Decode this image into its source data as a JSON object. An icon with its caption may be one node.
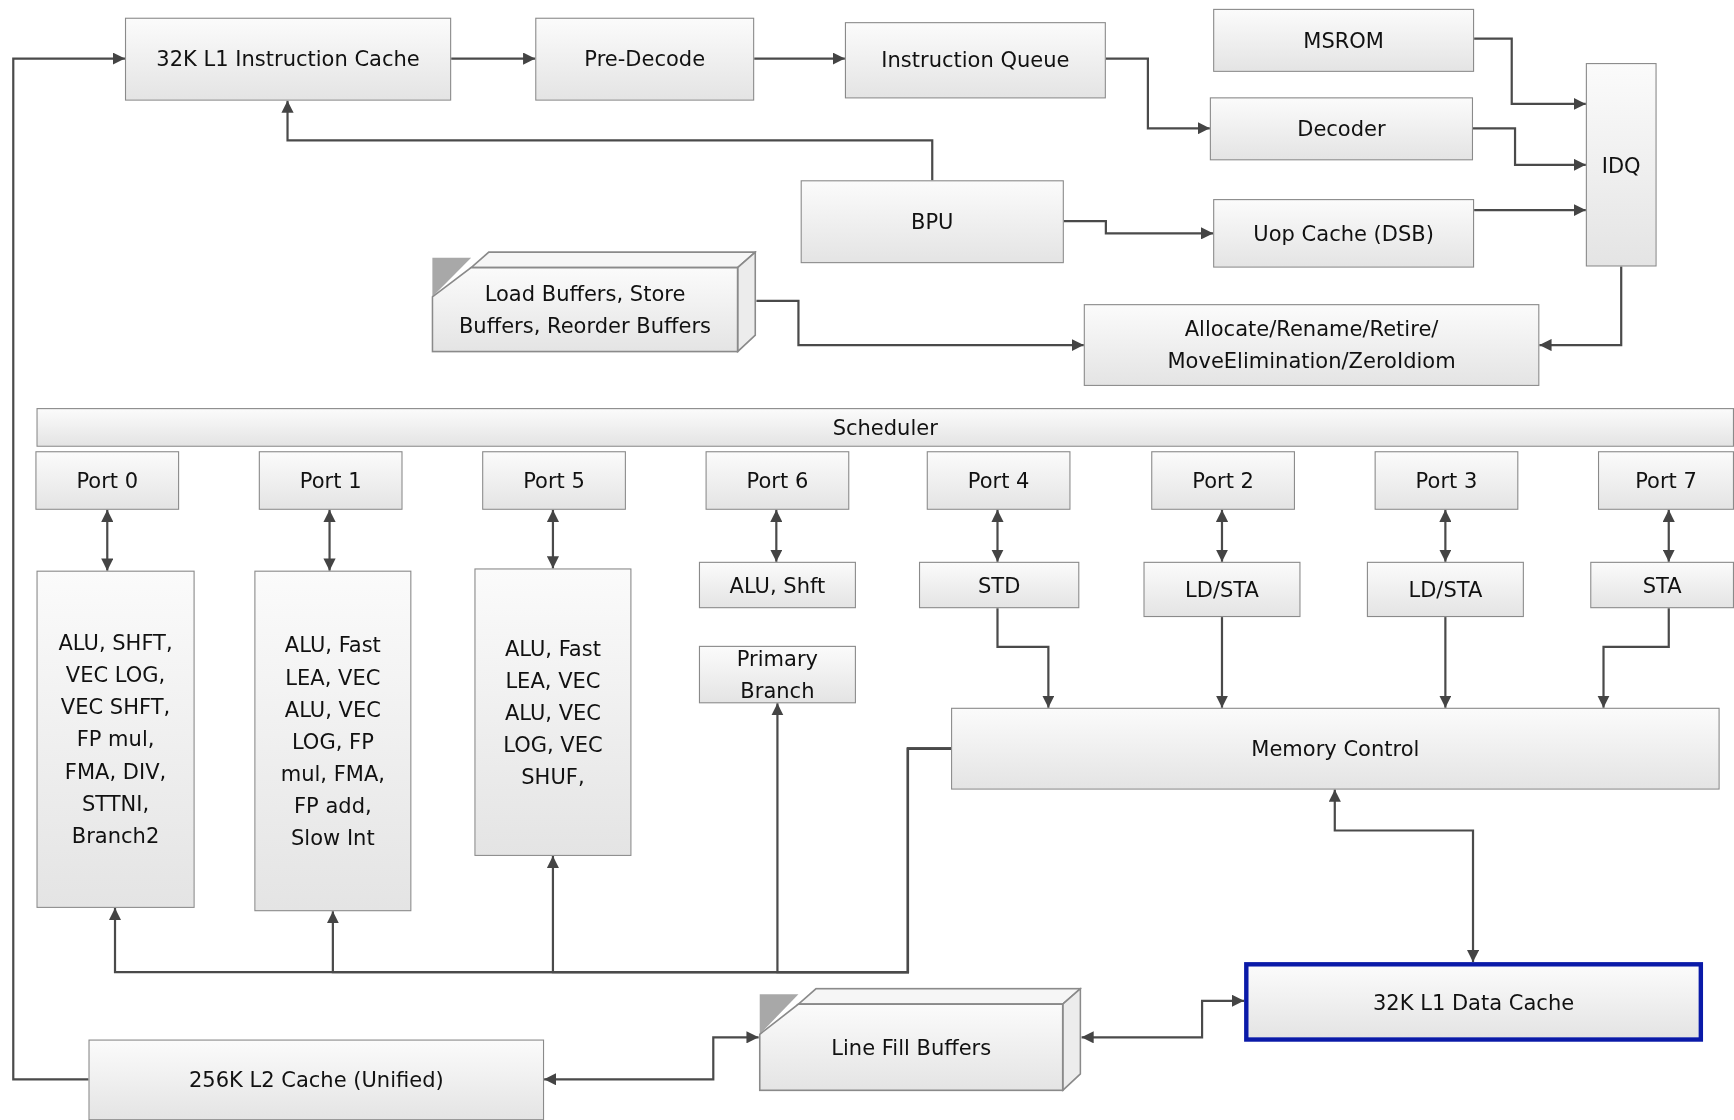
{
  "diagram": {
    "nodes": [
      {
        "text": [
          "32K L1 Instruction Cache"
        ]
      },
      {
        "text": [
          "Pre-Decode"
        ]
      },
      {
        "text": [
          "Instruction Queue"
        ]
      },
      {
        "text": [
          "MSROM"
        ]
      },
      {
        "text": [
          "Decoder"
        ]
      },
      {
        "text": [
          "IDQ"
        ]
      },
      {
        "text": [
          "BPU"
        ]
      },
      {
        "text": [
          "Uop Cache (DSB)"
        ]
      },
      {
        "text": [
          "Load Buffers, Store Buffers, Reorder Buffers"
        ]
      },
      {
        "text": [
          "Allocate/Rename/Retire/ MoveElimination/ZeroIdiom"
        ]
      },
      {
        "text": [
          "Scheduler"
        ]
      },
      {
        "text": [
          "Port 0"
        ]
      },
      {
        "text": [
          "Port 1"
        ]
      },
      {
        "text": [
          "Port 5"
        ]
      },
      {
        "text": [
          "Port 6"
        ]
      },
      {
        "text": [
          "Port 4"
        ]
      },
      {
        "text": [
          "Port 2"
        ]
      },
      {
        "text": [
          "Port 3"
        ]
      },
      {
        "text": [
          "Port 7"
        ]
      },
      {
        "text": [
          "ALU, SHFT, VEC LOG, VEC SHFT, FP mul, FMA, DIV, STTNI, Branch2"
        ]
      },
      {
        "text": [
          "ALU, Fast LEA, VEC ALU, VEC LOG, FP mul, FMA, FP add, Slow Int"
        ]
      },
      {
        "text": [
          "ALU, Fast LEA, VEC ALU, VEC LOG, VEC SHUF,"
        ]
      },
      {
        "text": [
          "ALU, Shft"
        ]
      },
      {
        "text": [
          "Primary Branch"
        ]
      },
      {
        "text": [
          "STD"
        ]
      },
      {
        "text": [
          "LD/STA"
        ]
      },
      {
        "text": [
          "LD/STA"
        ]
      },
      {
        "text": [
          "STA"
        ]
      },
      {
        "text": [
          "Memory Control"
        ]
      },
      {
        "text": [
          "32K L1 Data Cache"
        ]
      },
      {
        "text": [
          "Line Fill Buffers"
        ]
      },
      {
        "text": [
          "256K L2 Cache (Unified)"
        ]
      }
    ],
    "edges": [
      {
        "from": 0,
        "to": 1,
        "arrow": "to"
      },
      {
        "from": 1,
        "to": 2,
        "arrow": "to"
      },
      {
        "from": 2,
        "to": 4,
        "arrow": "to"
      },
      {
        "from": 3,
        "to": 5,
        "arrow": "to"
      },
      {
        "from": 4,
        "to": 5,
        "arrow": "to"
      },
      {
        "from": 6,
        "to": 0,
        "arrow": "to"
      },
      {
        "from": 6,
        "to": 7,
        "arrow": "to"
      },
      {
        "from": 7,
        "to": 5,
        "arrow": "to"
      },
      {
        "from": 5,
        "to": 9,
        "arrow": "to"
      },
      {
        "from": 8,
        "to": 9,
        "arrow": "to"
      },
      {
        "from": 11,
        "to": 19,
        "arrow": "both"
      },
      {
        "from": 12,
        "to": 20,
        "arrow": "both"
      },
      {
        "from": 13,
        "to": 21,
        "arrow": "both"
      },
      {
        "from": 14,
        "to": 22,
        "arrow": "both"
      },
      {
        "from": 15,
        "to": 24,
        "arrow": "both"
      },
      {
        "from": 16,
        "to": 25,
        "arrow": "both"
      },
      {
        "from": 17,
        "to": 26,
        "arrow": "both"
      },
      {
        "from": 18,
        "to": 27,
        "arrow": "both"
      },
      {
        "from": 24,
        "to": 28,
        "arrow": "to"
      },
      {
        "from": 25,
        "to": 28,
        "arrow": "to"
      },
      {
        "from": 26,
        "to": 28,
        "arrow": "to"
      },
      {
        "from": 27,
        "to": 28,
        "arrow": "to"
      },
      {
        "from": 28,
        "to": 19,
        "arrow": "to"
      },
      {
        "from": 28,
        "to": 20,
        "arrow": "to"
      },
      {
        "from": 28,
        "to": 21,
        "arrow": "to"
      },
      {
        "from": 28,
        "to": 23,
        "arrow": "to"
      },
      {
        "from": 28,
        "to": 29,
        "arrow": "both"
      },
      {
        "from": 30,
        "to": 29,
        "arrow": "both"
      },
      {
        "from": 31,
        "to": 30,
        "arrow": "both"
      },
      {
        "from": 31,
        "to": 0,
        "arrow": "to"
      }
    ]
  }
}
